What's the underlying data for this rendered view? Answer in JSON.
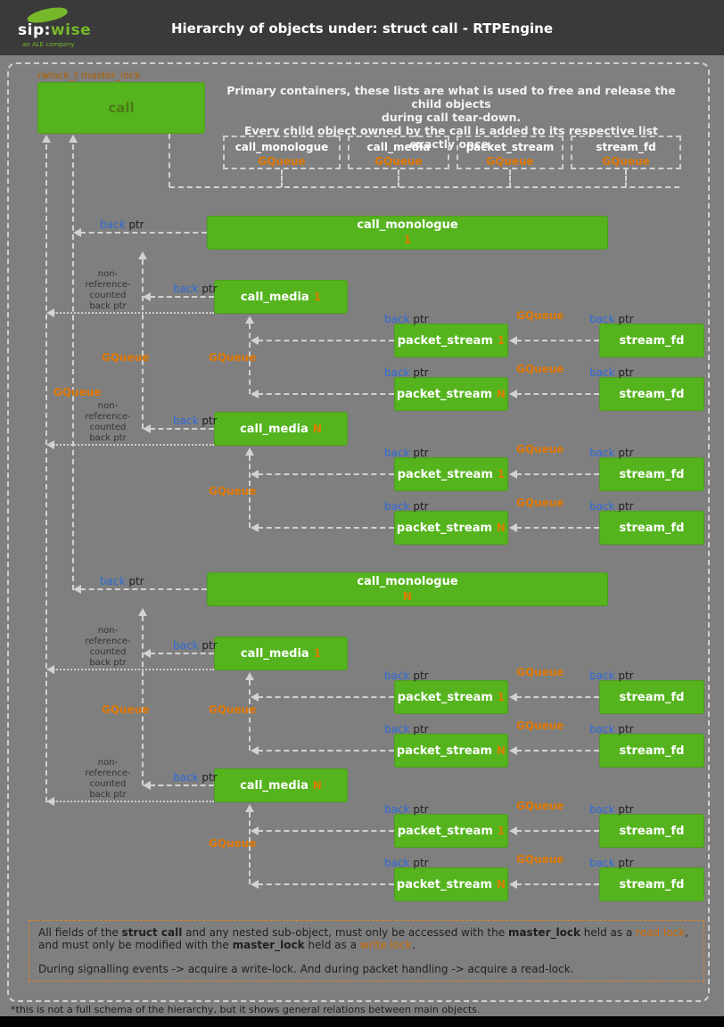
{
  "header": {
    "title": "Hierarchy of objects under: struct call - RTPEngine",
    "logo": {
      "sip": "sip:",
      "wise": "wise",
      "tagline": "an ALE company"
    }
  },
  "master_lock_label": "rwlock_t master_lock",
  "intro": {
    "line1": "Primary containers, these lists are what is used to free and release the child objects",
    "line2": "during call tear-down.",
    "line3": "Every child object owned by the call is added to its respective list exactly once."
  },
  "queue_containers": [
    {
      "name": "call_monologue",
      "type": "GQueue"
    },
    {
      "name": "call_media",
      "type": "GQueue"
    },
    {
      "name": "packet_stream",
      "type": "GQueue"
    },
    {
      "name": "stream_fd",
      "type": "GQueue"
    }
  ],
  "nodes": {
    "call": "call",
    "call_monologue": "call_monologue",
    "call_media": "call_media",
    "packet_stream": "packet_stream",
    "stream_fd": "stream_fd",
    "one": "1",
    "n": "N"
  },
  "labels": {
    "back": "back",
    "ptr": "ptr",
    "gqueue": "GQueue",
    "nonref_lines": [
      "non-",
      "reference-",
      "counted",
      "back ptr"
    ]
  },
  "note": {
    "l1a": "All fields of the ",
    "l1b": "struct call",
    "l1c": " and any nested sub-object, must only be accessed with the ",
    "l1d": "master_lock",
    "l1e": " held as a ",
    "l1f": "read lock",
    "l1g": ",",
    "l2a": "and must only be modified with the ",
    "l2b": "master_lock",
    "l2c": " held as a ",
    "l2d": "write lock",
    "l2e": ".",
    "p2": "During signalling events -> acquire a write-lock. And during packet handling -> acquire a read-lock."
  },
  "footer": "*this is not a full schema of the hierarchy, but it shows general relations between main objects.",
  "colors": {
    "green": "#55b41e",
    "orange": "#e07800",
    "blue": "#2e6bd8",
    "header": "#3a3a3a",
    "background": "#7f7f7f"
  }
}
